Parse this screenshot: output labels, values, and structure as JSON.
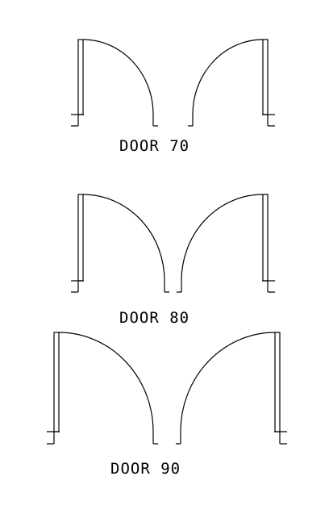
{
  "drawing": {
    "line_color": "#000000",
    "background_color": "#ffffff"
  },
  "doors": [
    {
      "id": "door-70",
      "label": "DOOR 70"
    },
    {
      "id": "door-80",
      "label": "DOOR 80"
    },
    {
      "id": "door-90",
      "label": "DOOR 90"
    }
  ]
}
